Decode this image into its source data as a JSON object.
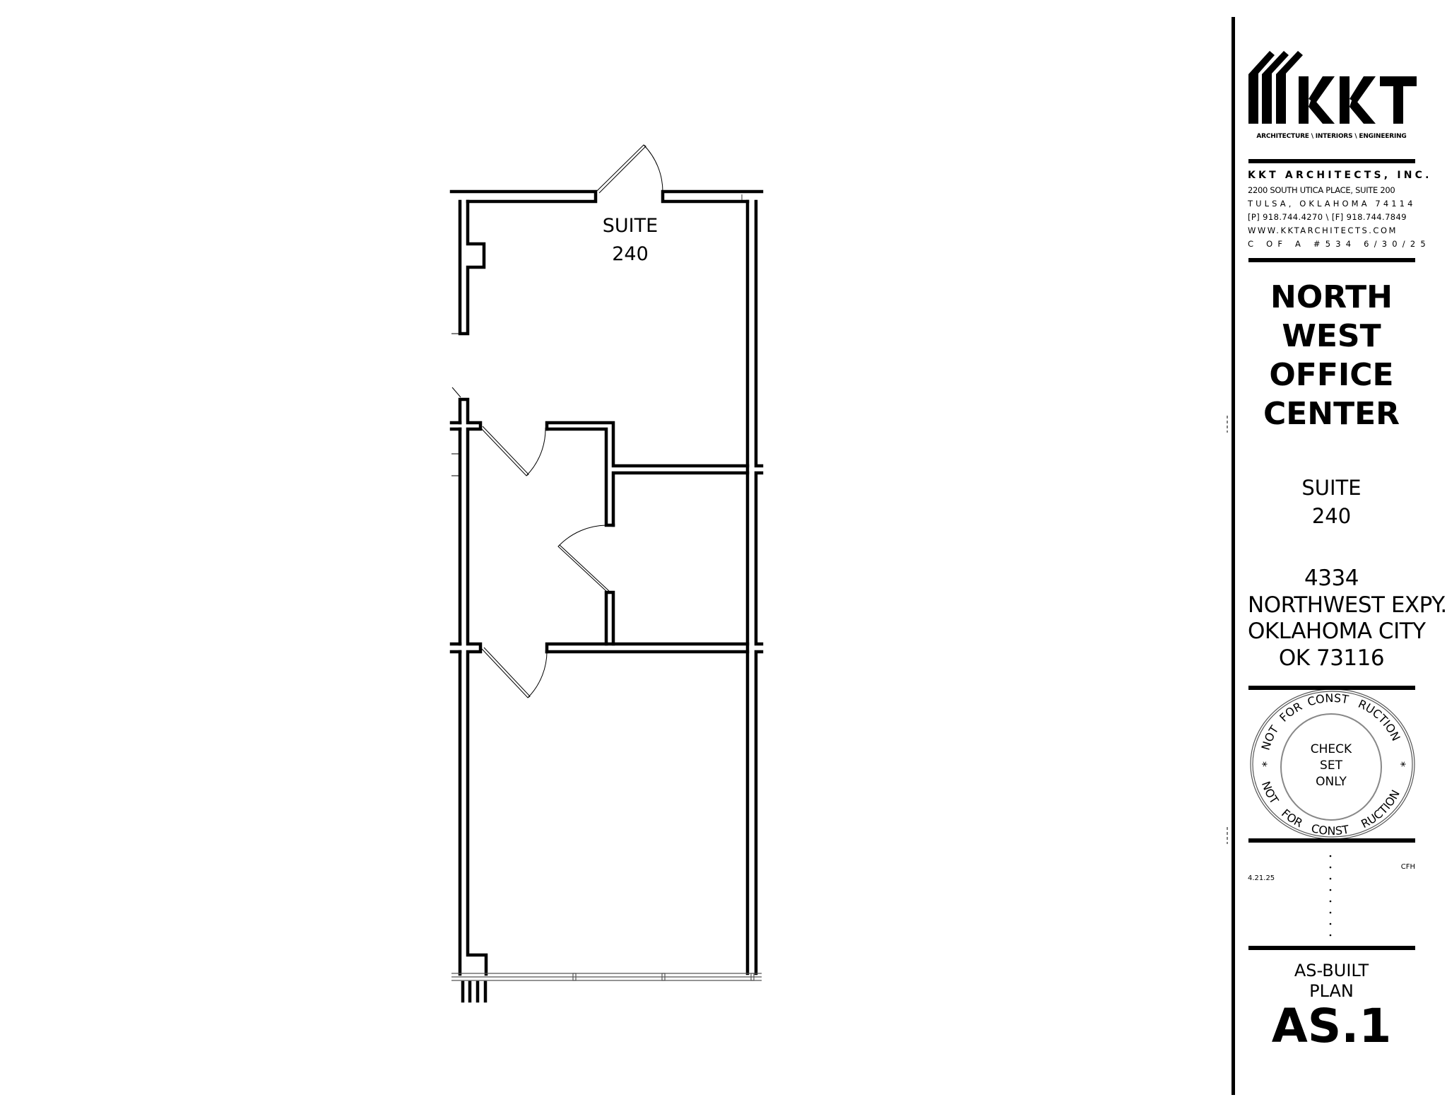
{
  "plan": {
    "room_label_line1": "SUITE",
    "room_label_line2": "240"
  },
  "title_block": {
    "logo_text": "KKT",
    "tagline": "ARCHITECTURE \\ INTERIORS \\ ENGINEERING",
    "firm_name": "KKT ARCHITECTS, INC.",
    "firm_address": [
      "2200 SOUTH UTICA PLACE, SUITE 200",
      "TULSA, OKLAHOMA 74114",
      "[P] 918.744.4270 \\ [F] 918.744.7849",
      "WWW.KKTARCHITECTS.COM",
      "C OF A #534 6/30/25"
    ],
    "project_name": [
      "NORTH",
      "WEST",
      "OFFICE",
      "CENTER"
    ],
    "suite": [
      "SUITE",
      "240"
    ],
    "project_address": [
      "4334",
      "NORTHWEST EXPY.",
      "OKLAHOMA CITY",
      "OK 73116"
    ],
    "stamp": {
      "ring_text": "NOT FOR CONSTRUCTION * NOT FOR CONSTRUCTION * ",
      "center": [
        "CHECK",
        "SET",
        "ONLY"
      ]
    },
    "date": "4.21.25",
    "drawn_by": "CFH",
    "sheet_title": [
      "AS-BUILT",
      "PLAN"
    ],
    "sheet_number": "AS.1"
  }
}
